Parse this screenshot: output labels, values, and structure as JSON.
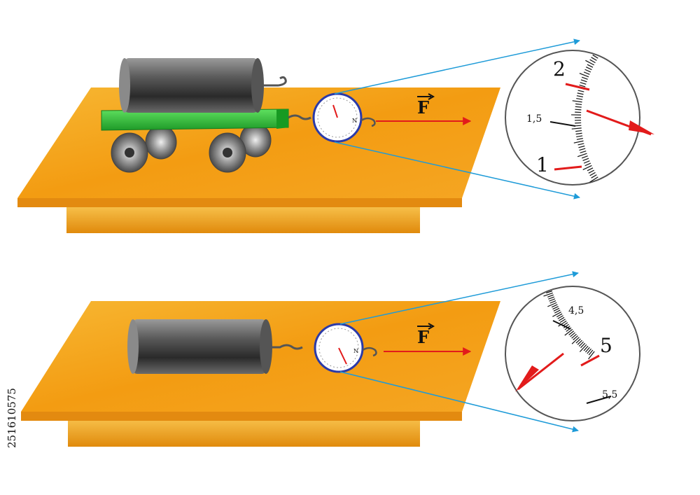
{
  "colors": {
    "table_top": "#f5a623",
    "table_edge": "#e38a10",
    "cart": "#2fbf3a",
    "arrow_force": "#e21b1b",
    "zoom_lines": "#1e9bd8",
    "needle": "#e21b1b"
  },
  "top_scene": {
    "force_label": "F",
    "zoom_dial": {
      "major_labels": [
        "2",
        "1"
      ],
      "minor_label": "1,5"
    }
  },
  "bottom_scene": {
    "force_label": "F",
    "zoom_dial": {
      "major_label": "5",
      "minor_labels": [
        "4,5",
        "5,5"
      ]
    }
  },
  "stock_id": "251610575",
  "small_dial": {
    "letter": "N"
  }
}
